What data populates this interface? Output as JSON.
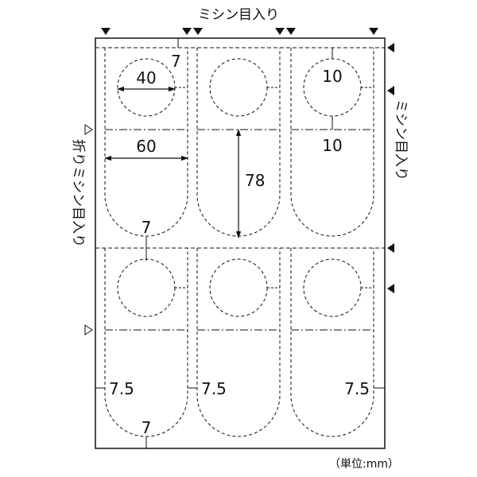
{
  "labels": {
    "top_perforation": "ミシン目入り",
    "right_perforation": "ミシン目入り",
    "left_fold_perforation": "折りミシン目入り",
    "unit": "（単位:mm）"
  },
  "dimensions": {
    "top_margin": "7",
    "circle_diameter": "40",
    "hole_offset_top": "10",
    "hole_offset_bottom": "10",
    "width": "60",
    "length": "78",
    "bottom_margin_upper": "7",
    "bottom_margin_lower": "7",
    "side_margin_left": "7.5",
    "side_margin_middle": "7.5",
    "side_margin_right": "7.5"
  },
  "colors": {
    "line": "#111111",
    "background": "#ffffff"
  }
}
